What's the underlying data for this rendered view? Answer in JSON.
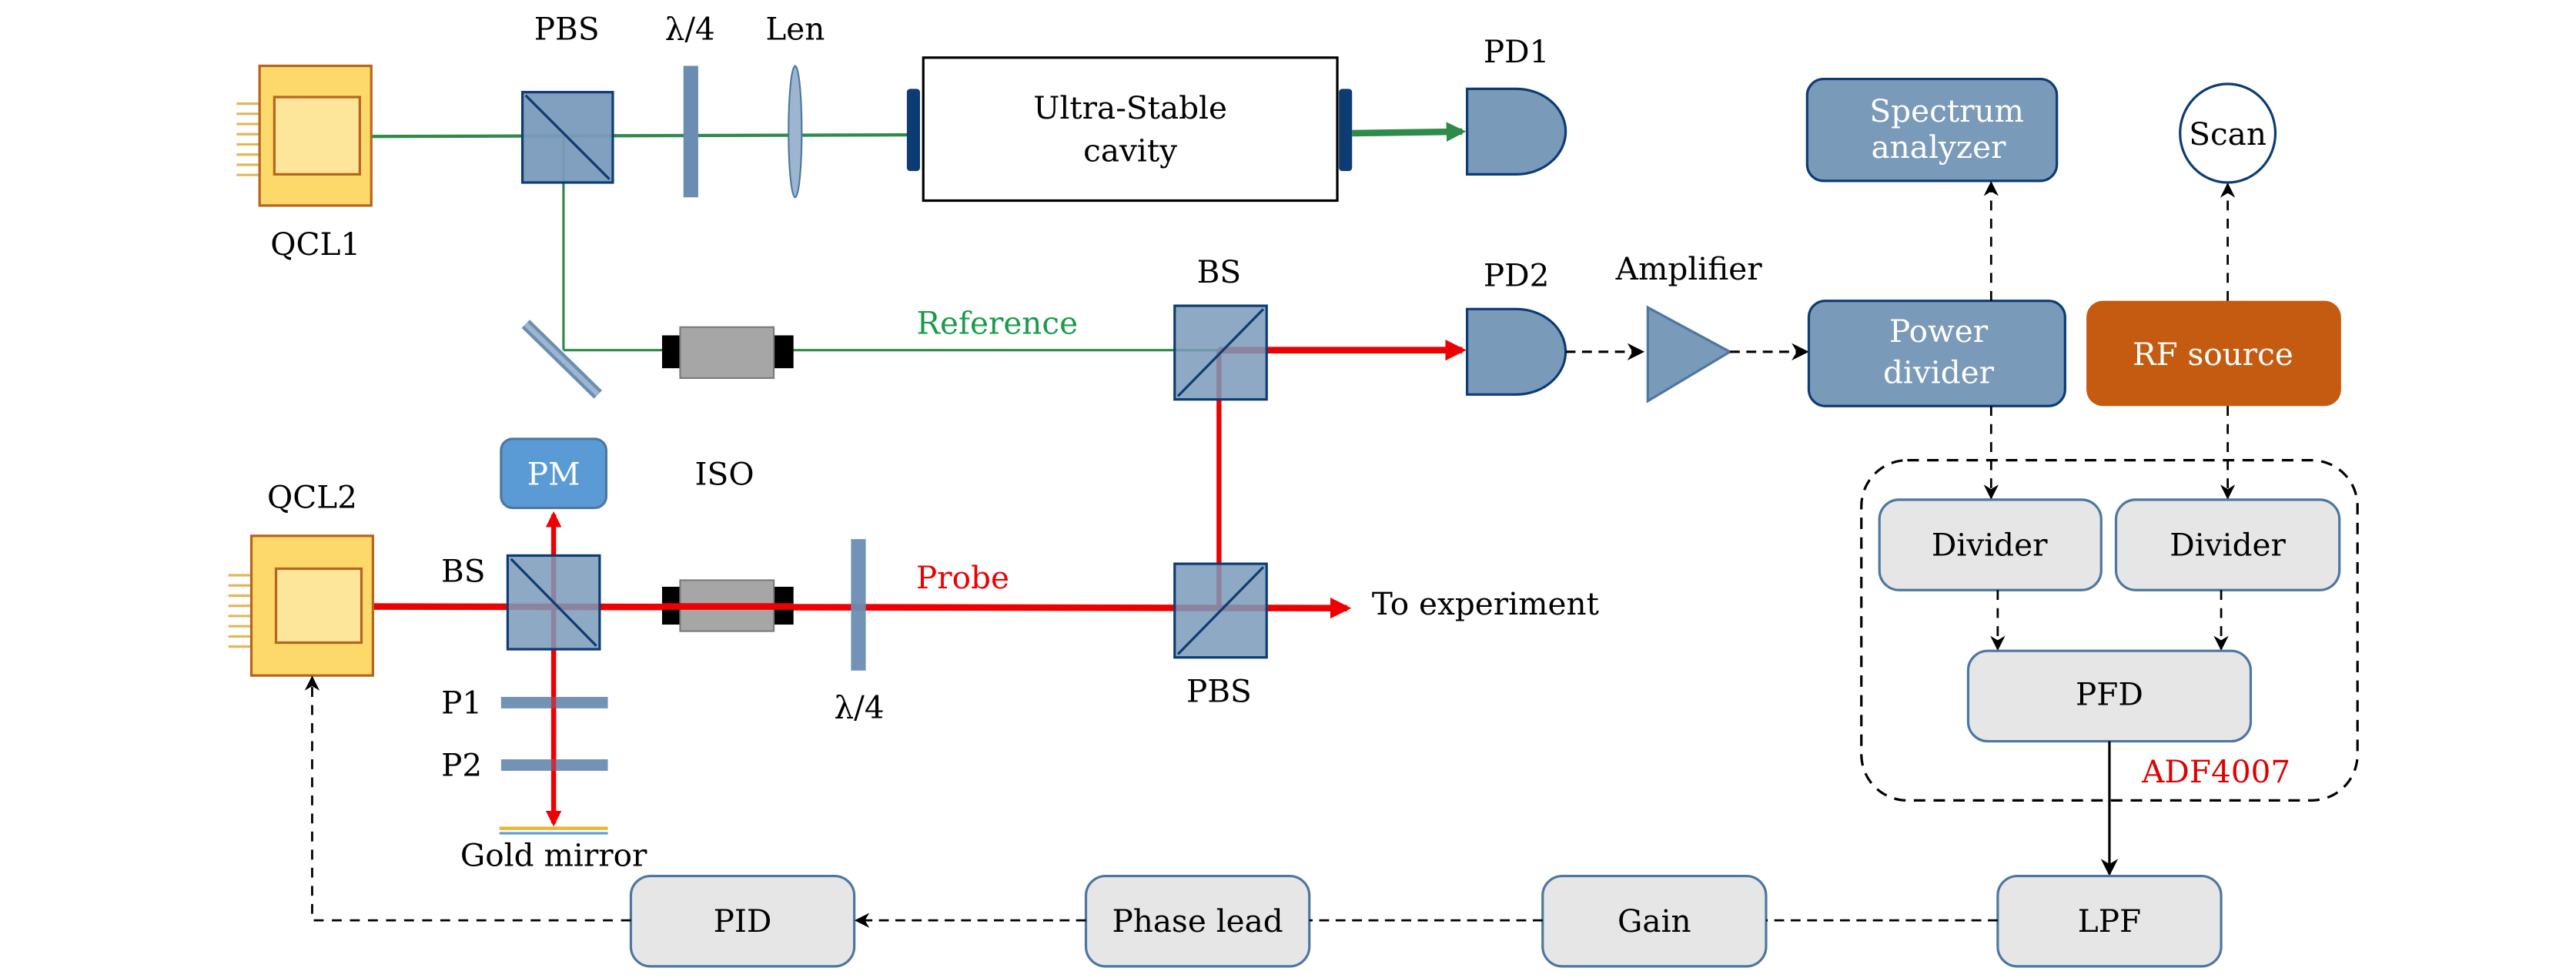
{
  "colors": {
    "laser_fill": "#fdd86a",
    "laser_inner": "#fde59a",
    "laser_stroke": "#b5651d",
    "pins": "#e2b75a",
    "optic_fill": "#7a9aba",
    "optic_stroke": "#0d3c73",
    "plate": "#6b8db2",
    "ref_beam": "#2e8b4a",
    "probe_beam": "#ee0000",
    "pm_fill": "#5b9bd5",
    "rf_fill": "#c55a11",
    "box_gray": "#e6e6e6",
    "box_gray_stroke": "#4d77a0",
    "adf_label": "#e00000",
    "ref_label": "#1a9b4a",
    "iso_body": "#a6a6a6"
  },
  "labels": {
    "qcl1": "QCL1",
    "qcl2": "QCL2",
    "pbs_top": "PBS",
    "lambda4_top": "λ/4",
    "len": "Len",
    "cavity_line1": "Ultra-Stable",
    "cavity_line2": "cavity",
    "pd1": "PD1",
    "pd2": "PD2",
    "bs_mid": "BS",
    "reference": "Reference",
    "amplifier": "Amplifier",
    "spectrum_line1": "Spectrum",
    "spectrum_line2": "analyzer",
    "scan": "Scan",
    "power_line1": "Power",
    "power_line2": "divider",
    "rf_source": "RF source",
    "pm": "PM",
    "iso": "ISO",
    "bs_left": "BS",
    "probe": "Probe",
    "lambda4_bottom": "λ/4",
    "pbs_bottom": "PBS",
    "to_experiment": "To experiment",
    "p1": "P1",
    "p2": "P2",
    "gold_mirror": "Gold mirror",
    "divider1": "Divider",
    "divider2": "Divider",
    "pfd": "PFD",
    "adf": "ADF4007",
    "pid": "PID",
    "phase_lead": "Phase lead",
    "gain": "Gain",
    "lpf": "LPF"
  }
}
